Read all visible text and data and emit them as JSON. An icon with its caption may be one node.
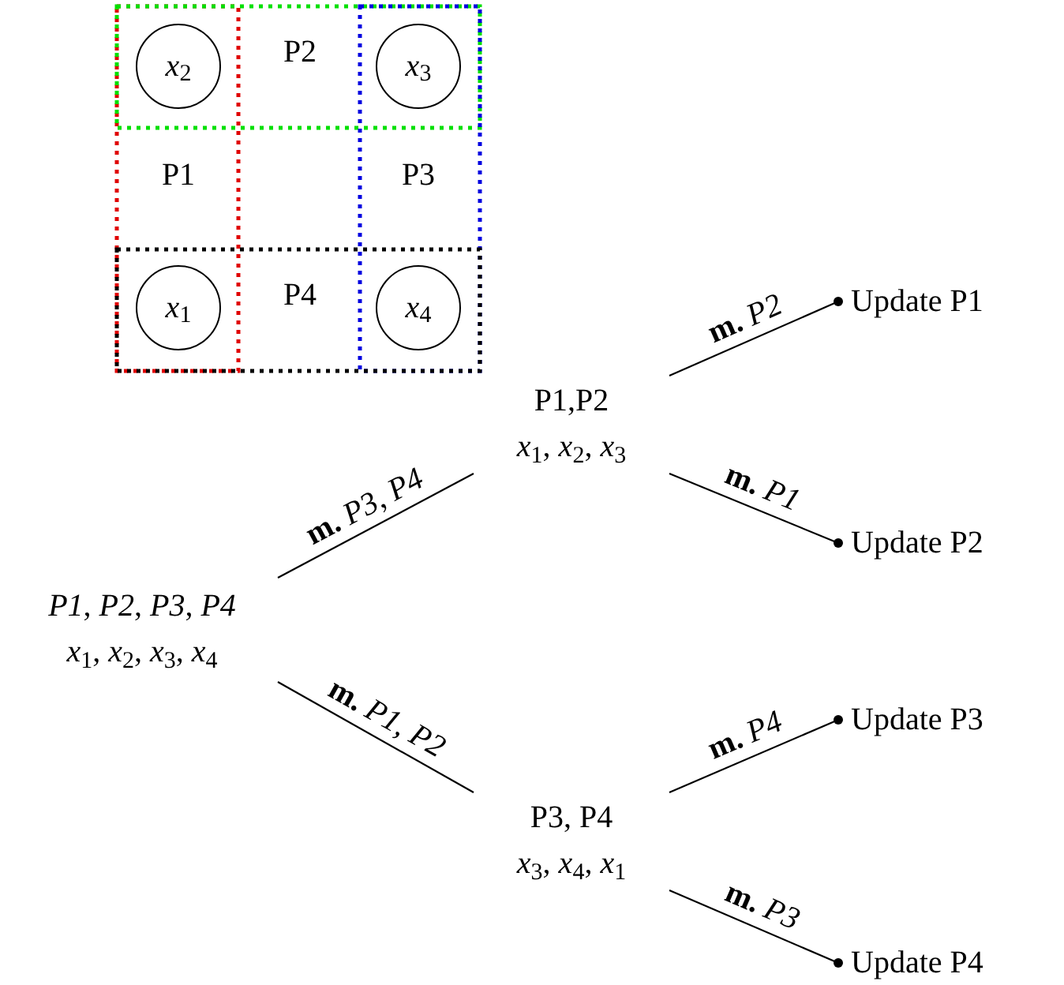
{
  "diagram": {
    "nodes": [
      {
        "text": [
          "*x*$_{2}$"
        ]
      },
      {
        "text": [
          "*x*$_{3}$"
        ]
      },
      {
        "text": [
          "*x*$_{1}$"
        ]
      },
      {
        "text": [
          "*x*$_{4}$"
        ]
      },
      {
        "text": [
          "*P1*, *P2*, *P3*, *P4*",
          "*x*$_{1}$, *x*$_{2}$, *x*$_{3}$, *x*$_{4}$"
        ]
      },
      {
        "text": [
          "P1,P2",
          "*x*$_{1}$, *x*$_{2}$, *x*$_{3}$"
        ]
      },
      {
        "text": [
          "P3, P4",
          "*x*$_{3}$, *x*$_{4}$, *x*$_{1}$"
        ]
      },
      {
        "text": [
          "Update P1"
        ]
      },
      {
        "text": [
          "Update P2"
        ]
      },
      {
        "text": [
          "Update P3"
        ]
      },
      {
        "text": [
          "Update P4"
        ]
      }
    ],
    "edges": [
      {
        "from": 4,
        "to": 5,
        "arrow": "none",
        "label": "**m.** *P3*, *P4*"
      },
      {
        "from": 4,
        "to": 6,
        "arrow": "none",
        "label": "**m.** *P1*, *P2*"
      },
      {
        "from": 5,
        "to": 7,
        "arrow": "other",
        "label": "**m.** *P2*"
      },
      {
        "from": 5,
        "to": 8,
        "arrow": "other",
        "label": "**m.** *P1*"
      },
      {
        "from": 6,
        "to": 9,
        "arrow": "other",
        "label": "**m.** *P4*"
      },
      {
        "from": 6,
        "to": 10,
        "arrow": "other",
        "label": "**m.** *P3*"
      }
    ],
    "labels": [
      "P2",
      "P1",
      "P3",
      "P4"
    ]
  }
}
